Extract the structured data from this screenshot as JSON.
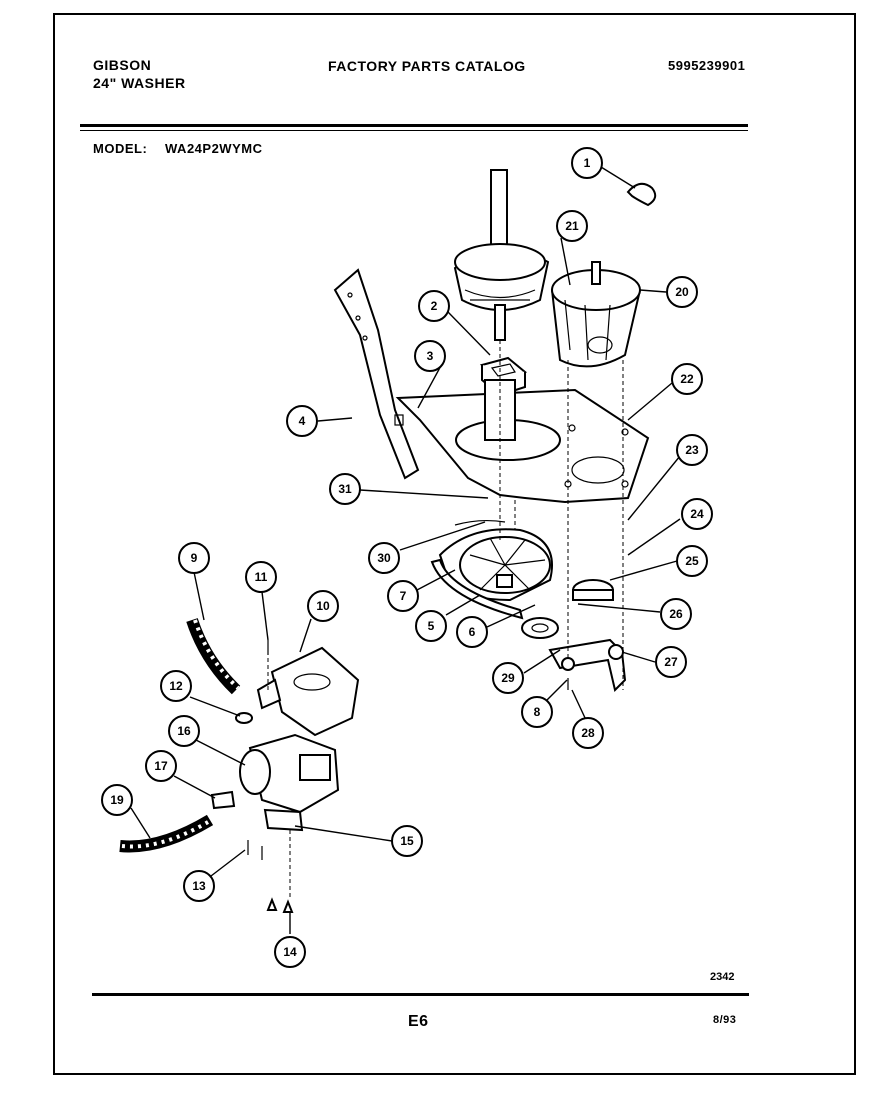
{
  "header": {
    "brand": "GIBSON",
    "product": "24\" WASHER",
    "catalog_title": "FACTORY PARTS CATALOG",
    "catalog_number": "5995239901",
    "model_label": "MODEL:",
    "model_value": "WA24P2WYMC"
  },
  "diagram": {
    "drawing_number": "2342",
    "callouts": [
      "1",
      "2",
      "3",
      "4",
      "5",
      "6",
      "7",
      "8",
      "9",
      "10",
      "11",
      "12",
      "13",
      "14",
      "15",
      "16",
      "17",
      "19",
      "20",
      "21",
      "22",
      "23",
      "24",
      "25",
      "26",
      "27",
      "28",
      "29",
      "30",
      "31"
    ]
  },
  "footer": {
    "page_code": "E6",
    "date": "8/93"
  }
}
